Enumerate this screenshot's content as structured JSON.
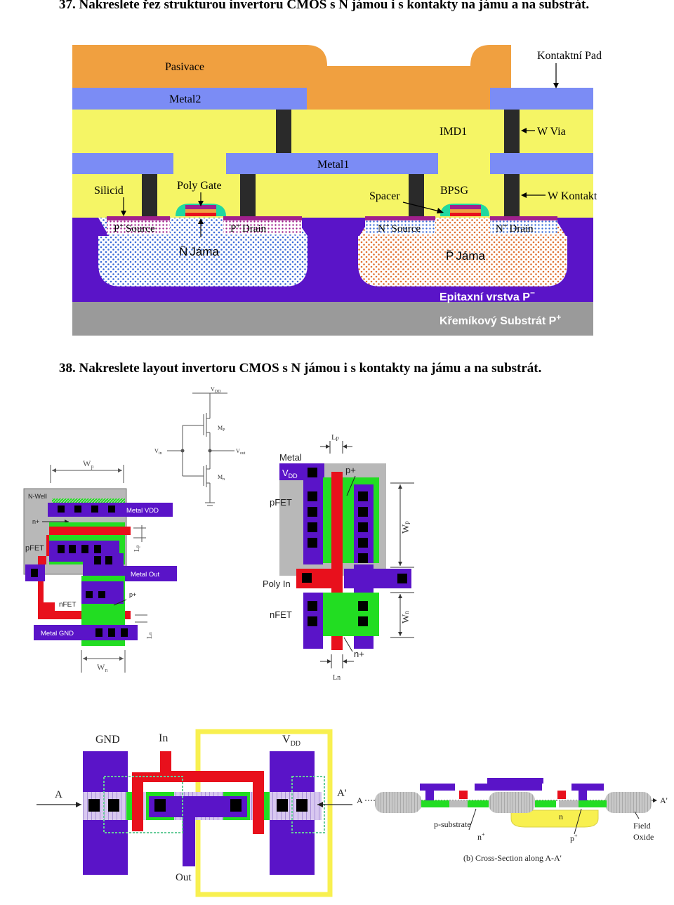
{
  "q37": {
    "heading": "37. Nakreslete řez strukturou invertoru CMOS s N jámou i s kontakty na jámu a na substrát.",
    "labels": {
      "pasivace": "Pasivace",
      "kontaktni_pad": "Kontaktní Pad",
      "metal2": "Metal2",
      "imd1": "IMD1",
      "w_via": "W Via",
      "metal1": "Metal1",
      "silicid": "Silicid",
      "poly_gate": "Poly Gate",
      "spacer": "Spacer",
      "bpsg": "BPSG",
      "w_kontakt": "W Kontakt",
      "p_source": "P",
      "p_source_sup": "+",
      "p_source_rest": "Source",
      "p_drain": "P",
      "p_drain_sup": "+",
      "p_drain_rest": "Drain",
      "n_source": "N",
      "n_source_sup": "+",
      "n_source_rest": "Source",
      "n_drain": "N",
      "n_drain_sup": "+",
      "n_drain_rest": "Drain",
      "n_jama": "N",
      "n_jama_sup": "−",
      "n_jama_rest": "Jáma",
      "p_jama": "P",
      "p_jama_sup": "−",
      "p_jama_rest": "Jáma",
      "epitaxni": "Epitaxní vrstva  P",
      "epitaxni_sup": "−",
      "substrat": "Křemíkový Substrát  P",
      "substrat_sup": "+"
    },
    "colors": {
      "pasivace": "#f0a040",
      "metal": "#7b8cf5",
      "dielectric": "#f5f565",
      "tungsten": "#2a2a2a",
      "epi": "#5a14c8",
      "substrate": "#9a9a9a",
      "well_n": "#3060d0",
      "well_p": "#e07030"
    }
  },
  "q38": {
    "heading": "38. Nakreslete layout invertoru CMOS s N jámou i s kontakty na jámu a na substrát.",
    "schematic": {
      "vdd": "V",
      "vdd_sub": "DD",
      "vin": "V",
      "vin_sub": "in",
      "vout": "V",
      "vout_sub": "out",
      "mp": "M",
      "mp_sub": "P",
      "mn": "M",
      "mn_sub": "n"
    },
    "layout_left": {
      "wp": "W",
      "wp_sub": "p",
      "nwell": "N-Well",
      "nplus": "n+",
      "metal_vdd": "Metal VDD",
      "lp": "L",
      "lp_sub": "p",
      "pfet": "pFET",
      "metal_out": "Metal Out",
      "pplus": "p+",
      "nfet": "nFET",
      "ln": "L",
      "ln_sub": "n",
      "metal_gnd": "Metal GND",
      "wn": "W",
      "wn_sub": "n"
    },
    "layout_right": {
      "lp": "L",
      "lp_sub": "p",
      "metal": "Metal",
      "vdd": "V",
      "vdd_sub": "DD",
      "pplus": "p+",
      "pfet": "pFET",
      "wp": "W",
      "wp_sub": "p",
      "poly_in": "Poly In",
      "nfet": "nFET",
      "wn": "W",
      "wn_sub": "n",
      "nplus": "n+",
      "ln": "Ln"
    },
    "layout_bottom": {
      "gnd": "GND",
      "in": "In",
      "vdd": "V",
      "vdd_sub": "DD",
      "a": "A",
      "a_prime": "A'",
      "out": "Out"
    },
    "cross_section": {
      "a": "A",
      "a_prime": "A'",
      "n": "n",
      "p_substrate": "p-substrate",
      "field_oxide_1": "Field",
      "field_oxide_2": "Oxide",
      "nplus": "n",
      "nplus_sup": "+",
      "pplus": "p",
      "pplus_sup": "+",
      "caption": "(b) Cross-Section along A-A'"
    },
    "colors": {
      "metal": "#5a14c8",
      "poly": "#e8101c",
      "active": "#22dd22",
      "nwell": "#b8b8b8",
      "contact": "#000000",
      "vdd_well": "#f8f050",
      "oxide": "#c0c0c0"
    }
  }
}
